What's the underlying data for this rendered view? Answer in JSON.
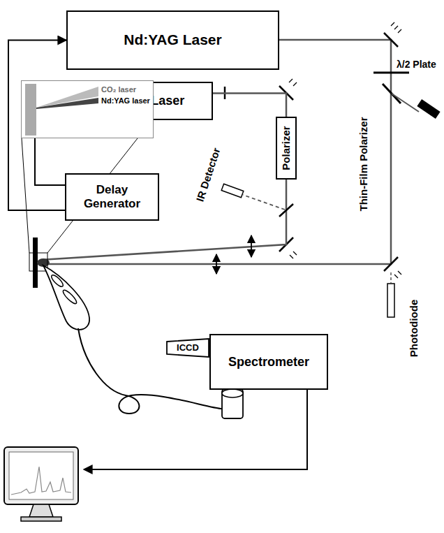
{
  "diagram": {
    "nodes": [
      {
        "text": [
          "Nd:YAG Laser"
        ]
      },
      {
        "text": [
          "TEA CO₂ Laser"
        ]
      },
      {
        "text": [
          "Delay Generator"
        ]
      },
      {
        "text": [
          "Polarizer"
        ]
      },
      {
        "text": [
          "CO₂ laser",
          "Nd:YAG laser"
        ]
      },
      {
        "text": [
          "ICCD"
        ]
      },
      {
        "text": [
          "Spectrometer"
        ]
      }
    ],
    "edges": [
      {
        "from": 2,
        "to": 0,
        "arrow": "to"
      },
      {
        "from": 2,
        "to": 1,
        "arrow": "to"
      },
      {
        "from": 1,
        "to": 3,
        "arrow": "none"
      }
    ],
    "labels": [
      "λ/2 Plate",
      "Thin-Film Polarizer",
      "IR Detector",
      "Photodiode"
    ]
  }
}
